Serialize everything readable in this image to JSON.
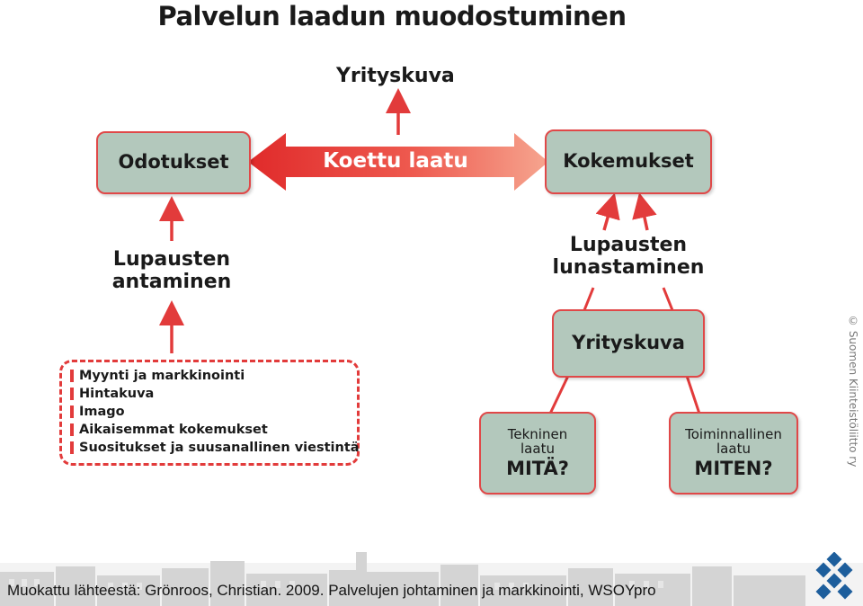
{
  "title": "Palvelun laadun muodostuminen",
  "top_label": "Yrityskuva",
  "box_odotukset": "Odotukset",
  "box_kokemukset": "Kokemukset",
  "arrow_label": "Koettu laatu",
  "left_label": [
    "Lupausten",
    "antaminen"
  ],
  "right_label": [
    "Lupausten",
    "lunastaminen"
  ],
  "box_yrityskuva": "Yrityskuva",
  "tekninen": {
    "line1": "Tekninen",
    "line2": "laatu",
    "caps": "MITÄ?"
  },
  "toiminnallinen": {
    "line1": "Toiminnallinen",
    "line2": "laatu",
    "caps": "MITEN?"
  },
  "factors": [
    "Myynti ja markkinointi",
    "Hintakuva",
    "Imago",
    "Aikaisemmat kokemukset",
    "Suositukset ja suusanallinen viestintä"
  ],
  "watermark": "© Suomen Kiinteistöliitto ry",
  "citation": "Muokattu lähteestä: Grönroos, Christian. 2009. Palvelujen johtaminen ja markkinointi, WSOYpro",
  "colors": {
    "accent_red": "#e23b3b",
    "box_fill": "#b3c8bc",
    "logo_blue": "#1d5e9c"
  },
  "icons": {
    "logo": "diamond-logo-icon"
  }
}
